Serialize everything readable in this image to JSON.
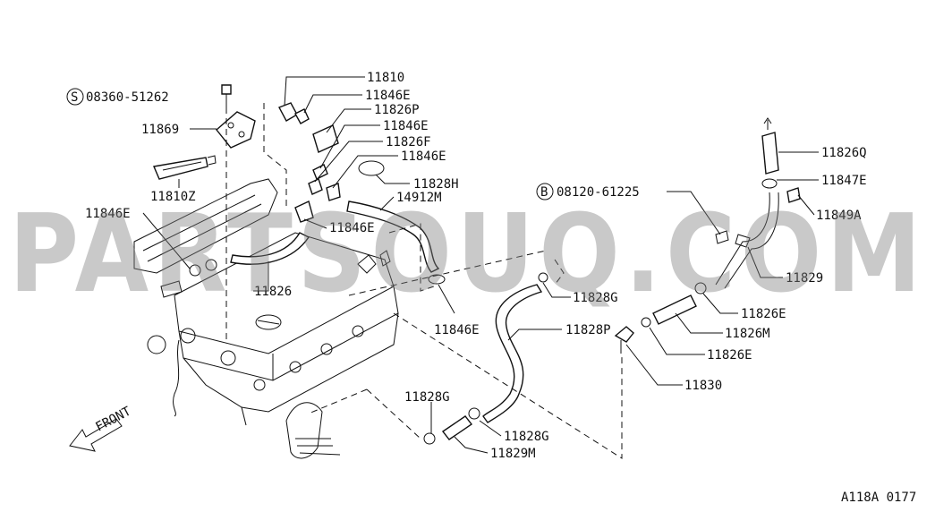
{
  "watermark": "PARTSOUQ.COM",
  "figure_code": "A118A 0177",
  "front_label": "FRONT",
  "std_part_s": {
    "symbol": "S",
    "number": "08360-51262"
  },
  "std_part_b": {
    "symbol": "B",
    "number": "08120-61225"
  },
  "parts": {
    "p11810": "11810",
    "p11846E_a": "11846E",
    "p11826P": "11826P",
    "p11846E_b": "11846E",
    "p11826F": "11826F",
    "p11846E_c": "11846E",
    "p11869": "11869",
    "p11828H": "11828H",
    "p14912M": "14912M",
    "p11810Z": "11810Z",
    "p11846E_d": "11846E",
    "p11846E_e": "11846E",
    "p11826": "11826",
    "p11828G_a": "11828G",
    "p11846E_f": "11846E",
    "p11828P": "11828P",
    "p11828G_b": "11828G",
    "p11828G_c": "11828G",
    "p11829M": "11829M",
    "p11826Q": "11826Q",
    "p11847E": "11847E",
    "p11849A": "11849A",
    "p11829": "11829",
    "p11826E_a": "11826E",
    "p11826M": "11826M",
    "p11826E_b": "11826E",
    "p11830": "11830"
  }
}
